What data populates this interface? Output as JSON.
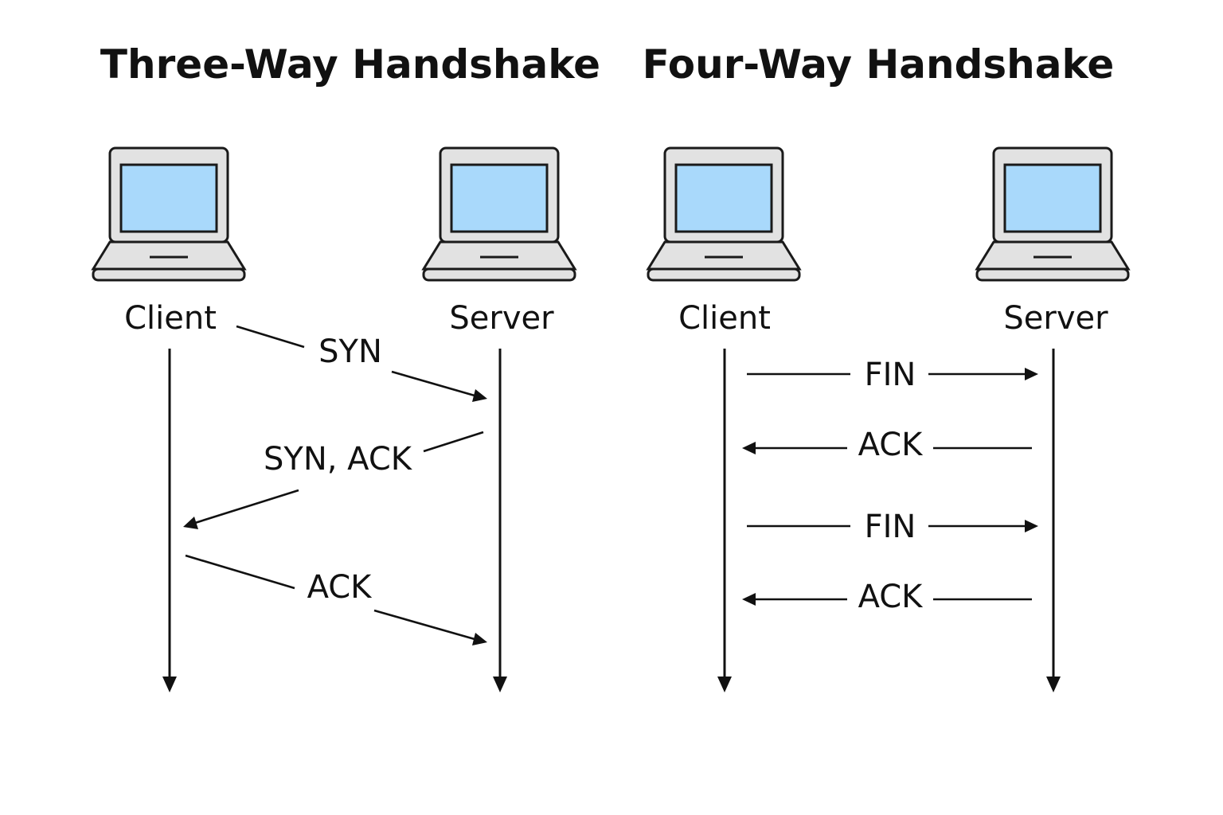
{
  "diagrams": [
    {
      "title": "Three-Way Handshake",
      "client_label": "Client",
      "server_label": "Server",
      "messages": [
        {
          "label": "SYN",
          "direction": "client-to-server"
        },
        {
          "label": "SYN, ACK",
          "direction": "server-to-client"
        },
        {
          "label": "ACK",
          "direction": "client-to-server"
        }
      ]
    },
    {
      "title": "Four-Way Handshake",
      "client_label": "Client",
      "server_label": "Server",
      "messages": [
        {
          "label": "FIN",
          "direction": "client-to-server"
        },
        {
          "label": "ACK",
          "direction": "server-to-client"
        },
        {
          "label": "FIN",
          "direction": "client-to-server"
        },
        {
          "label": "ACK",
          "direction": "server-to-client"
        }
      ]
    }
  ],
  "colors": {
    "screen": "#a9d9fb",
    "laptop_body": "#e2e2e2",
    "ink": "#111111"
  },
  "icons": [
    "laptop-icon"
  ]
}
